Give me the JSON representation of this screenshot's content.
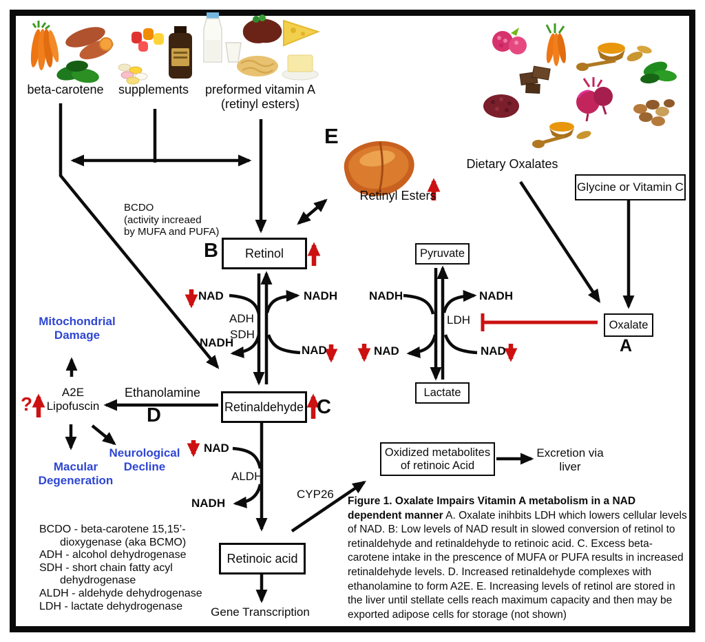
{
  "sources": {
    "beta_carotene": "beta-carotene",
    "supplements": "supplements",
    "preformed": "preformed vitamin A\n(retinyl esters)",
    "dietary_oxalates": "Dietary Oxalates"
  },
  "nodes": {
    "retinol": "Retinol",
    "retinaldehyde": "Retinaldehyde",
    "retinoic_acid": "Retinoic acid",
    "pyruvate": "Pyruvate",
    "lactate": "Lactate",
    "oxalate": "Oxalate",
    "glycine_vitc": "Glycine or Vitamin C",
    "oxidized_metabolites": "Oxidized metabolites\nof retinoic Acid",
    "retinyl_esters": "Retinyl Esters",
    "gene_transcription": "Gene Transcription",
    "excretion": "Excretion via\nliver"
  },
  "markers": {
    "a": "A",
    "b": "B",
    "c": "C",
    "d": "D",
    "e": "E",
    "question": "?"
  },
  "enzymes": {
    "bcdo_note": "BCDO\n(activity increaed\nby MUFA and PUFA)",
    "adh": "ADH",
    "sdh": "SDH",
    "ldh": "LDH",
    "aldh": "ALDH",
    "cyp26": "CYP26"
  },
  "cofactors": {
    "adh_nad_in": "NAD",
    "adh_nadh_out": "NADH",
    "adh_nadh_in": "NADH",
    "adh_nad_out": "NAD",
    "ldh_nadh_in": "NADH",
    "ldh_nadh_out": "NADH",
    "ldh_nad_out": "NAD",
    "ldh_nad_in": "NAD",
    "aldh_nad_in": "NAD",
    "aldh_nadh_out": "NADH"
  },
  "outcomes": {
    "mitochondrial_damage": "Mitochondrial\nDamage",
    "a2e_lipofuscin": "A2E\nLipofuscin",
    "ethanolamine": "Ethanolamine",
    "macular_degeneration": "Macular\nDegeneration",
    "neurological_decline": "Neurological\nDecline"
  },
  "legend": {
    "lines": [
      "BCDO - beta-carotene 15,15’-",
      "dioxygenase (aka BCMO)",
      "ADH - alcohol dehydrogenase",
      "SDH - short chain fatty acyl",
      "dehydrogenase",
      "ALDH - aldehyde dehydrogenase",
      "LDH - lactate dehydrogenase"
    ]
  },
  "caption": {
    "bold": "Figure 1. Oxalate Impairs Vitamin A metabolism in a NAD dependent manner",
    "body": "  A. Oxalate inihbits LDH which lowers cellular levels of NAD. B: Low levels of NAD result in slowed conversion of retinol to retinaldehyde and retinaldehyde to retinoic acid. C. Excess beta-carotene intake in the prescence of MUFA or PUFA results in increased retinaldehyde levels. D. Increased retinaldehyde complexes with ethanolamine to form A2E.  E. Increasing levels of  retinol are stored in the liver until stellate cells reach maximum capacity and then may be exported adipose cells for storage (not shown)"
  },
  "colors": {
    "red": "#cc1111",
    "blue": "#2e46d2",
    "black": "#0c0c0c"
  }
}
